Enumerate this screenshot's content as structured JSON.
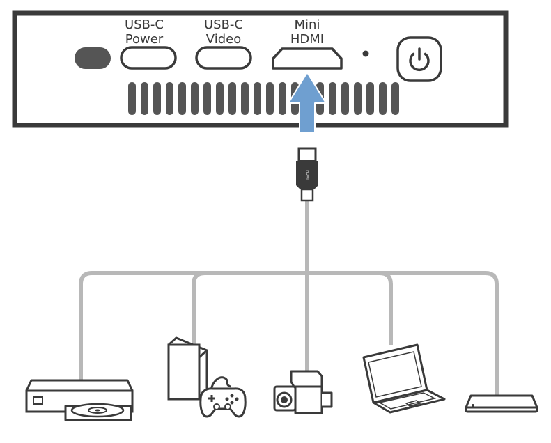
{
  "device": {
    "ports": [
      {
        "id": "ir-sensor",
        "label_lines": []
      },
      {
        "id": "usb-c-power",
        "label_lines": [
          "USB-C",
          "Power"
        ]
      },
      {
        "id": "usb-c-video",
        "label_lines": [
          "USB-C",
          "Video"
        ]
      },
      {
        "id": "mini-hdmi",
        "label_lines": [
          "Mini",
          "HDMI"
        ]
      },
      {
        "id": "led-indicator",
        "label_lines": []
      },
      {
        "id": "power-button",
        "label_lines": []
      }
    ],
    "vent_slot_count": 22
  },
  "cable": {
    "plug_text": "HDMI"
  },
  "sources": [
    {
      "id": "dvd-player",
      "icon": "dvd-player-icon"
    },
    {
      "id": "game-console",
      "icon": "game-console-icon"
    },
    {
      "id": "camcorder",
      "icon": "camcorder-icon"
    },
    {
      "id": "laptop",
      "icon": "laptop-icon"
    },
    {
      "id": "media-box",
      "icon": "set-top-box-icon"
    }
  ],
  "colors": {
    "outline": "#3a3a3a",
    "port_fill": "#555555",
    "cable": "#b8b8b8",
    "arrow": "#6f9fd0",
    "arrow_edge": "#ffffff"
  }
}
